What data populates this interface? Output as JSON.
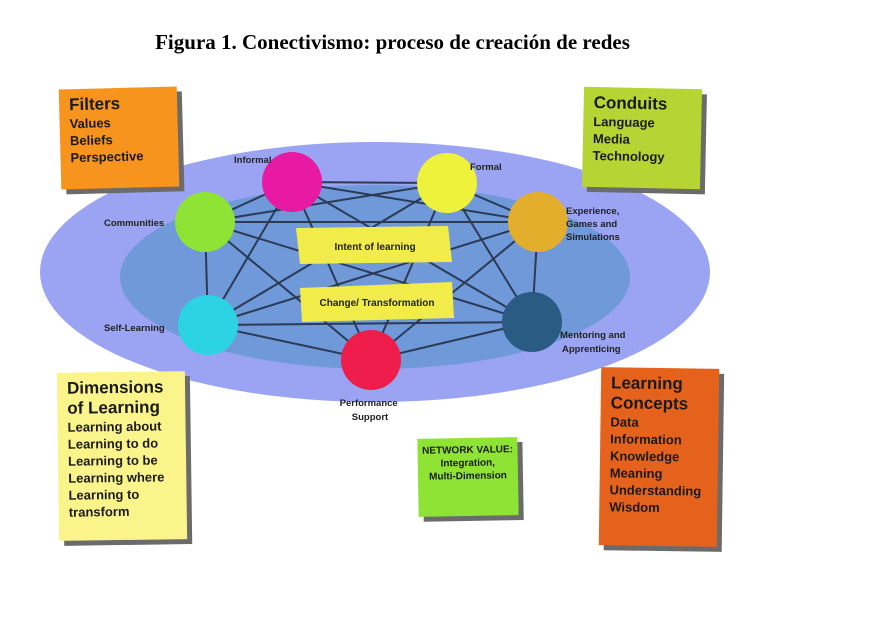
{
  "caption": "Figura 1. Conectivismo: proceso de creación de redes",
  "colors": {
    "outer_ellipse": "#9aa4f2",
    "inner_ellipse": "#6f99d8",
    "lines": "#2b3a55",
    "center_box": "#f2ec4a"
  },
  "nodes": [
    {
      "id": "informal",
      "label": "Informal",
      "color": "#e81aa3"
    },
    {
      "id": "formal",
      "label": "Formal",
      "color": "#eef23a"
    },
    {
      "id": "experience",
      "label": "Experience, Games and Simulations",
      "color": "#e2ae2c"
    },
    {
      "id": "mentoring",
      "label": "Mentoring and Apprenticing",
      "color": "#2a5b82"
    },
    {
      "id": "performance",
      "label": "Performance Support",
      "color": "#ee1d4b"
    },
    {
      "id": "self-learning",
      "label": "Self-Learning",
      "color": "#2bd3e3"
    },
    {
      "id": "communities",
      "label": "Communities",
      "color": "#8ee335"
    }
  ],
  "center_boxes": [
    {
      "id": "intent",
      "label": "Intent of learning"
    },
    {
      "id": "change",
      "label": "Change/ Transformation"
    }
  ],
  "notes": {
    "filters": {
      "title": "Filters",
      "items": [
        "Values",
        "Beliefs",
        "Perspective"
      ]
    },
    "conduits": {
      "title": "Conduits",
      "items": [
        "Language",
        "Media",
        "Technology"
      ]
    },
    "dimensions": {
      "title": "Dimensions of Learning",
      "items": [
        "Learning about",
        "Learning to do",
        "Learning to be",
        "Learning where",
        "Learning to transform"
      ]
    },
    "concepts": {
      "title": "Learning Concepts",
      "items": [
        "Data",
        "Information",
        "Knowledge",
        "Meaning",
        "Understanding",
        "Wisdom"
      ]
    },
    "network": {
      "title": "NETWORK VALUE:",
      "items": [
        "Integration,",
        "Multi-Dimension"
      ]
    }
  }
}
